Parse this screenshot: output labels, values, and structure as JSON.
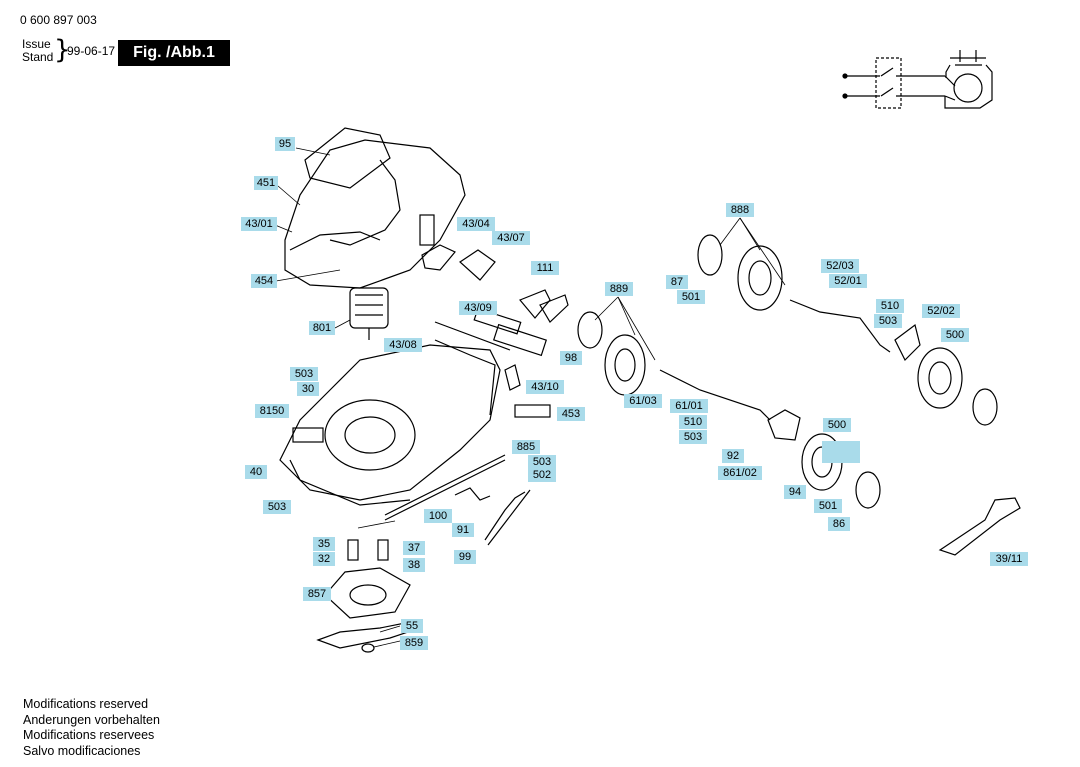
{
  "header": {
    "doc_number": "0 600 897 003",
    "issue_label": "Issue",
    "stand_label": "Stand",
    "date": "99-06-17",
    "figure_title": "Fig. /Abb.1"
  },
  "modifications": [
    "Modifications reserved",
    "Anderungen vorbehalten",
    "Modifications reservees",
    "Salvo modificaciones"
  ],
  "part_labels": [
    "95",
    "451",
    "43/01",
    "454",
    "801",
    "43/04",
    "43/07",
    "111",
    "43/09",
    "43/08",
    "98",
    "43/10",
    "453",
    "503",
    "30",
    "8150",
    "40",
    "885",
    "503",
    "502",
    "503",
    "100",
    "91",
    "99",
    "35",
    "37",
    "32",
    "38",
    "857",
    "55",
    "859",
    "888",
    "87",
    "501",
    "52/03",
    "52/01",
    "889",
    "510",
    "503",
    "52/02",
    "500",
    "61/03",
    "61/01",
    "510",
    "503",
    "500",
    "92",
    "861/02",
    "94",
    "501",
    "86",
    "39/11"
  ]
}
